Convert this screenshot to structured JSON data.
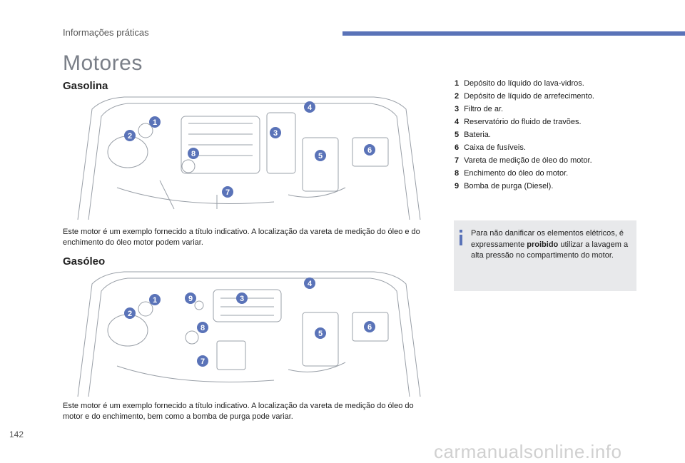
{
  "header": {
    "section": "Informações práticas",
    "accent": "#5a73b8"
  },
  "page_title": "Motores",
  "gasolina": {
    "title": "Gasolina",
    "caption": "Este motor é um exemplo fornecido a título indicativo. A localização da vareta de medição do óleo e do enchimento do óleo motor podem variar.",
    "callouts": [
      "1",
      "2",
      "3",
      "4",
      "5",
      "6",
      "7",
      "8"
    ]
  },
  "gasoleo": {
    "title": "Gasóleo",
    "caption": "Este motor é um exemplo fornecido a título indicativo. A localização da vareta de medição do óleo do motor e do enchimento, bem como a bomba de purga pode variar.",
    "callouts": [
      "1",
      "2",
      "3",
      "4",
      "5",
      "6",
      "7",
      "8",
      "9"
    ]
  },
  "legend": [
    {
      "num": "1",
      "text": "Depósito do líquido do lava-vidros."
    },
    {
      "num": "2",
      "text": "Depósito de líquido de arrefecimento."
    },
    {
      "num": "3",
      "text": "Filtro de ar."
    },
    {
      "num": "4",
      "text": "Reservatório do fluido de travões."
    },
    {
      "num": "5",
      "text": "Bateria."
    },
    {
      "num": "6",
      "text": "Caixa de fusíveis."
    },
    {
      "num": "7",
      "text": "Vareta de medição de óleo do motor."
    },
    {
      "num": "8",
      "text": "Enchimento do óleo do motor."
    },
    {
      "num": "9",
      "text": "Bomba de purga (Diesel)."
    }
  ],
  "info": {
    "before": "Para não danificar os elementos elétricos, é expressamente ",
    "bold": "proibido",
    "after": " utilizar a lavagem a alta pressão no compartimento do motor.",
    "icon": "info-icon",
    "icon_color": "#5a73b8"
  },
  "page_number": "142",
  "watermark": "carmanualsonline.info",
  "callout_color": "#5a73b8"
}
